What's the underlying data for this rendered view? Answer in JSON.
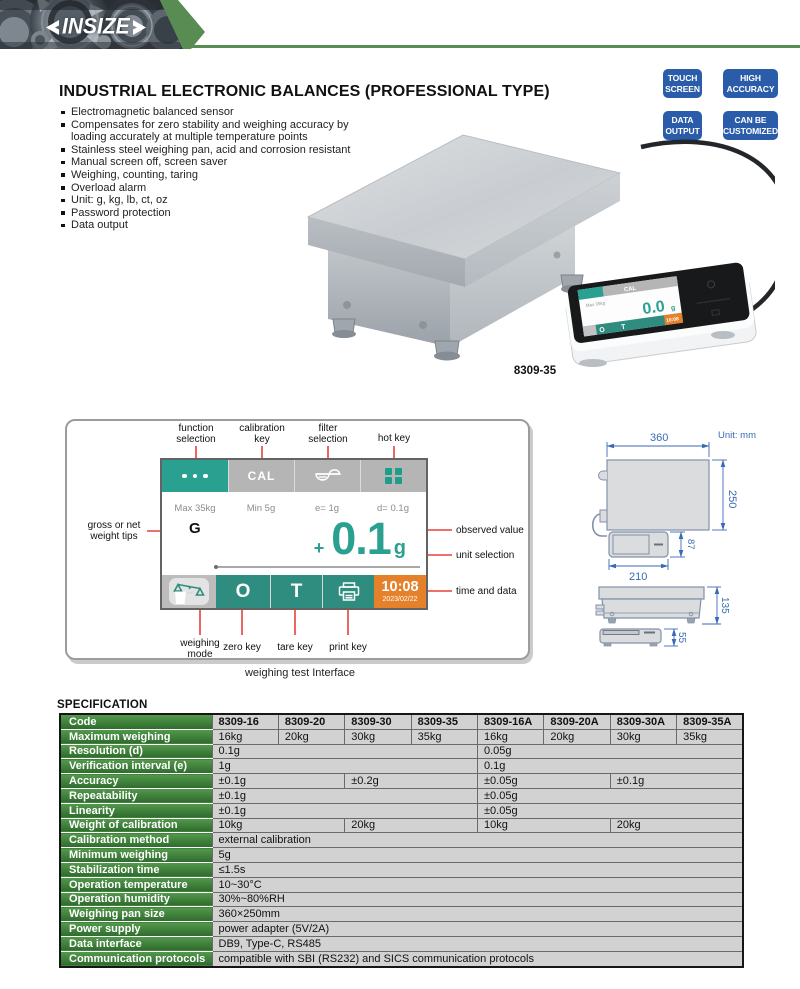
{
  "brand": {
    "logo_text": "INSIZE",
    "green": "#588c52",
    "badge_blue": "#2b5caa",
    "teal": "#2aa190",
    "orange": "#e5812b"
  },
  "page": {
    "title": "INDUSTRIAL ELECTRONIC BALANCES (PROFESSIONAL TYPE)",
    "product_label": "8309-35",
    "diagram_caption": "weighing test Interface",
    "spec_title": "SPECIFICATION",
    "unit_note": "Unit: mm"
  },
  "features": [
    "Electromagnetic balanced sensor",
    "Compensates for zero stability and weighing accuracy by loading accurately at multiple temperature points",
    "Stainless steel weighing pan, acid and corrosion resistant",
    "Manual screen off, screen saver",
    "Weighing, counting, taring",
    "Overload alarm",
    "Unit: g, kg, lb, ct, oz",
    "Password protection",
    "Data output"
  ],
  "badges": [
    "TOUCH\nSCREEN",
    "HIGH\nACCURACY",
    "DATA\nOUTPUT",
    "CAN BE\nCUSTOMIZED"
  ],
  "photo_screen": {
    "cal": "CAL",
    "max": "Max 35kg",
    "value": "0.0",
    "unit": "g",
    "zero": "O",
    "tare": "T",
    "time": "10:08"
  },
  "interface": {
    "cal_key": "CAL",
    "info": [
      "Max 35kg",
      "Min 5g",
      "e= 1g",
      "d= 0.1g"
    ],
    "gross_net": "G",
    "value_sign": "+",
    "value": "0.1",
    "value_unit": "g",
    "zero_key": "O",
    "tare_key": "T",
    "time": "10:08",
    "date": "2023/02/22",
    "labels": {
      "function_selection": "function\nselection",
      "calibration_key": "calibration\nkey",
      "filter_selection": "filter\nselection",
      "hot_key": "hot key",
      "gross_or_net": "gross or net\nweight tips",
      "observed_value": "observed value",
      "unit_selection": "unit selection",
      "time_and_data": "time and data",
      "weighing_mode": "weighing\nmode",
      "zero_key": "zero key",
      "tare_key": "tare key",
      "print_key": "print key"
    }
  },
  "dimensions": {
    "pan_width": "360",
    "pan_depth": "250",
    "display_width": "210",
    "display_depth": "87",
    "height": "135",
    "display_height": "55"
  },
  "spec_table": {
    "header_label": "Code",
    "codes": [
      "8309-16",
      "8309-20",
      "8309-30",
      "8309-35",
      "8309-16A",
      "8309-20A",
      "8309-30A",
      "8309-35A"
    ],
    "rows": [
      {
        "label": "Maximum weighing",
        "cells": [
          {
            "t": "16kg",
            "s": 1
          },
          {
            "t": "20kg",
            "s": 1
          },
          {
            "t": "30kg",
            "s": 1
          },
          {
            "t": "35kg",
            "s": 1
          },
          {
            "t": "16kg",
            "s": 1
          },
          {
            "t": "20kg",
            "s": 1
          },
          {
            "t": "30kg",
            "s": 1
          },
          {
            "t": "35kg",
            "s": 1
          }
        ]
      },
      {
        "label": "Resolution (d)",
        "cells": [
          {
            "t": "0.1g",
            "s": 4
          },
          {
            "t": "0.05g",
            "s": 4
          }
        ]
      },
      {
        "label": "Verification interval (e)",
        "cells": [
          {
            "t": "1g",
            "s": 4
          },
          {
            "t": "0.1g",
            "s": 4
          }
        ]
      },
      {
        "label": "Accuracy",
        "cells": [
          {
            "t": "±0.1g",
            "s": 2
          },
          {
            "t": "±0.2g",
            "s": 2
          },
          {
            "t": "±0.05g",
            "s": 2
          },
          {
            "t": "±0.1g",
            "s": 2
          }
        ]
      },
      {
        "label": "Repeatability",
        "cells": [
          {
            "t": "±0.1g",
            "s": 4
          },
          {
            "t": "±0.05g",
            "s": 4
          }
        ]
      },
      {
        "label": "Linearity",
        "cells": [
          {
            "t": "±0.1g",
            "s": 4
          },
          {
            "t": "±0.05g",
            "s": 4
          }
        ]
      },
      {
        "label": "Weight of calibration",
        "cells": [
          {
            "t": "10kg",
            "s": 2
          },
          {
            "t": "20kg",
            "s": 2
          },
          {
            "t": "10kg",
            "s": 2
          },
          {
            "t": "20kg",
            "s": 2
          }
        ]
      },
      {
        "label": "Calibration method",
        "cells": [
          {
            "t": "external calibration",
            "s": 8
          }
        ]
      },
      {
        "label": "Minimum weighing",
        "cells": [
          {
            "t": "5g",
            "s": 8
          }
        ]
      },
      {
        "label": "Stabilization time",
        "cells": [
          {
            "t": "≤1.5s",
            "s": 8
          }
        ]
      },
      {
        "label": "Operation temperature",
        "cells": [
          {
            "t": "10~30°C",
            "s": 8
          }
        ]
      },
      {
        "label": "Operation humidity",
        "cells": [
          {
            "t": "30%~80%RH",
            "s": 8
          }
        ]
      },
      {
        "label": "Weighing pan size",
        "cells": [
          {
            "t": "360×250mm",
            "s": 8
          }
        ]
      },
      {
        "label": "Power supply",
        "cells": [
          {
            "t": "power adapter (5V/2A)",
            "s": 8
          }
        ]
      },
      {
        "label": "Data interface",
        "cells": [
          {
            "t": "DB9, Type-C, RS485",
            "s": 8
          }
        ]
      },
      {
        "label": "Communication protocols",
        "cells": [
          {
            "t": "compatible with SBI (RS232) and SICS communication protocols",
            "s": 8
          }
        ]
      }
    ]
  }
}
